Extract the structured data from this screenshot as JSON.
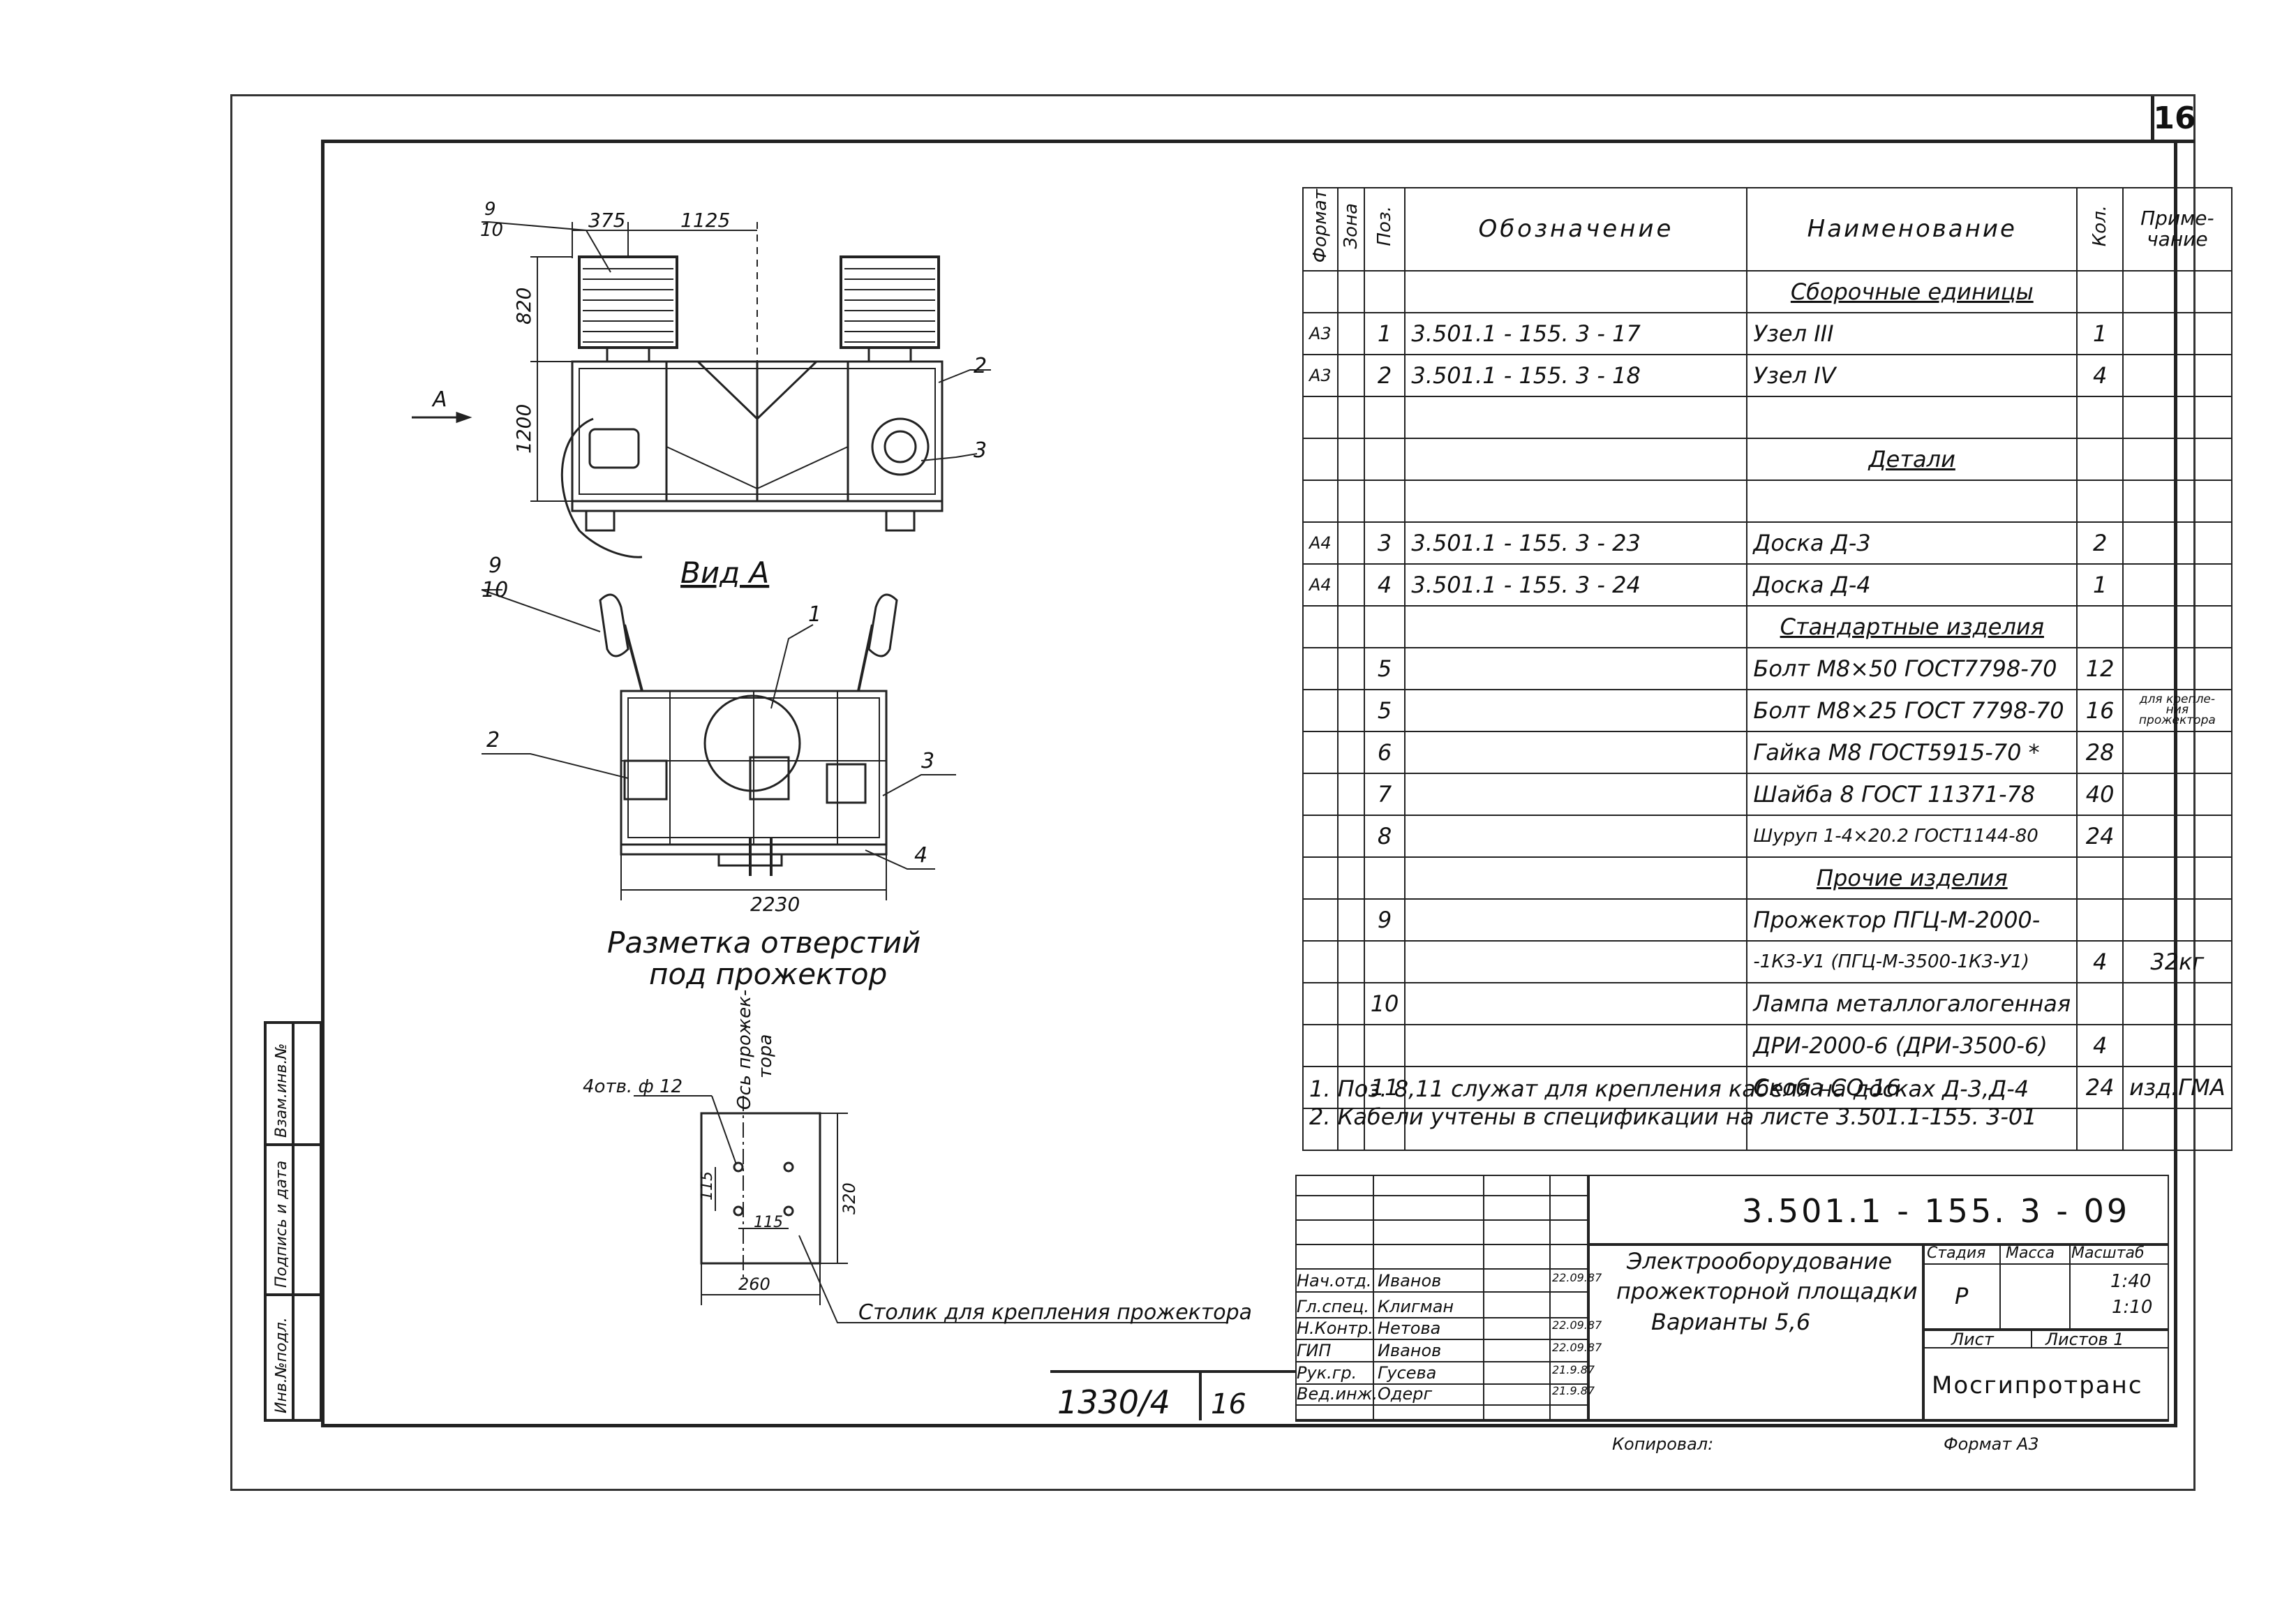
{
  "sheet_number": "16",
  "drawing": {
    "top_view": {
      "dims": {
        "d375": "375",
        "d1125": "1125",
        "d820": "820",
        "d1200": "1200"
      },
      "callouts": {
        "c9_10_top": "9",
        "c9_10_bottom": "10",
        "c2": "2",
        "c3": "3"
      },
      "arrow_label": "А"
    },
    "view_a": {
      "title": "Вид А",
      "callouts": {
        "c9": "9",
        "c10": "10",
        "c1": "1",
        "c2": "2",
        "c3": "3",
        "c4": "4"
      },
      "dim_2230": "2230"
    },
    "marking": {
      "title_line1": "Разметка отверстий",
      "title_line2": "под прожектор",
      "holes_label": "4отв. ф 12",
      "axis_label_1": "Ось прожек-",
      "axis_label_2": "тора",
      "dim_115_v": "115",
      "dim_115_h": "115",
      "dim_320": "320",
      "dim_260": "260",
      "table_label": "Столик для крепления прожектора"
    }
  },
  "spec_table": {
    "headers": {
      "format": "Формат",
      "zone": "Зона",
      "pos": "Поз.",
      "designation": "Обозначение",
      "name": "Наименование",
      "qty": "Кол.",
      "note": "Приме-\nчание"
    },
    "rows": [
      {
        "format": "",
        "pos": "",
        "designation": "",
        "name": "Сборочные единицы",
        "qty": "",
        "note": "",
        "section": true
      },
      {
        "format": "А3",
        "pos": "1",
        "designation": "3.501.1 - 155. 3 - 17",
        "name": "Узел III",
        "qty": "1",
        "note": ""
      },
      {
        "format": "А3",
        "pos": "2",
        "designation": "3.501.1 - 155. 3 - 18",
        "name": "Узел IV",
        "qty": "4",
        "note": ""
      },
      {
        "format": "",
        "pos": "",
        "designation": "",
        "name": "",
        "qty": "",
        "note": ""
      },
      {
        "format": "",
        "pos": "",
        "designation": "",
        "name": "Детали",
        "qty": "",
        "note": "",
        "section": true
      },
      {
        "format": "",
        "pos": "",
        "designation": "",
        "name": "",
        "qty": "",
        "note": ""
      },
      {
        "format": "А4",
        "pos": "3",
        "designation": "3.501.1 - 155. 3 - 23",
        "name": "Доска Д-3",
        "qty": "2",
        "note": ""
      },
      {
        "format": "А4",
        "pos": "4",
        "designation": "3.501.1 - 155. 3 - 24",
        "name": "Доска Д-4",
        "qty": "1",
        "note": ""
      },
      {
        "format": "",
        "pos": "",
        "designation": "",
        "name": "Стандартные изделия",
        "qty": "",
        "note": "",
        "section": true
      },
      {
        "format": "",
        "pos": "5",
        "designation": "",
        "name": "Болт М8×50 ГОСТ7798-70",
        "qty": "12",
        "note": ""
      },
      {
        "format": "",
        "pos": "5",
        "designation": "",
        "name": "Болт М8×25 ГОСТ 7798-70",
        "qty": "16",
        "note": "для крепле-\nния\nпрожектора"
      },
      {
        "format": "",
        "pos": "6",
        "designation": "",
        "name": "Гайка М8 ГОСТ5915-70 *",
        "qty": "28",
        "note": ""
      },
      {
        "format": "",
        "pos": "7",
        "designation": "",
        "name": "Шайба 8 ГОСТ 11371-78",
        "qty": "40",
        "note": ""
      },
      {
        "format": "",
        "pos": "8",
        "designation": "",
        "name": "Шуруп 1-4×20.2 ГОСТ1144-80",
        "qty": "24",
        "note": ""
      },
      {
        "format": "",
        "pos": "",
        "designation": "",
        "name": "Прочие изделия",
        "qty": "",
        "note": "",
        "section": true
      },
      {
        "format": "",
        "pos": "9",
        "designation": "",
        "name": "Прожектор ПГЦ-М-2000-",
        "qty": "",
        "note": ""
      },
      {
        "format": "",
        "pos": "",
        "designation": "",
        "name": "-1К3-У1 (ПГЦ-М-3500-1К3-У1)",
        "qty": "4",
        "note": "32кг"
      },
      {
        "format": "",
        "pos": "10",
        "designation": "",
        "name": "Лампа металлогалогенная",
        "qty": "",
        "note": ""
      },
      {
        "format": "",
        "pos": "",
        "designation": "",
        "name": "ДРИ-2000-6 (ДРИ-3500-6)",
        "qty": "4",
        "note": ""
      },
      {
        "format": "",
        "pos": "11",
        "designation": "",
        "name": "Скоба СО-16",
        "qty": "24",
        "note": "изд.ГМА"
      },
      {
        "format": "",
        "pos": "",
        "designation": "",
        "name": "",
        "qty": "",
        "note": ""
      }
    ]
  },
  "notes": {
    "n1": "1. Поз. 8,11 служат для крепления кабеля на досках Д-3,Д-4",
    "n2": "2. Кабели учтены в спецификации на листе  3.501.1-155. 3-01"
  },
  "title_block": {
    "code": "3.501.1 - 155. 3 - 09",
    "title_l1": "Электрооборудование",
    "title_l2": "прожекторной площадки",
    "title_l3": "Варианты 5,6",
    "stage_hdr": "Стадия",
    "mass_hdr": "Масса",
    "scale_hdr": "Масштаб",
    "stage": "Р",
    "scale1": "1:40",
    "scale2": "1:10",
    "sheet_hdr": "Лист",
    "sheets_hdr": "Листов 1",
    "org": "Мосгипротранс",
    "roles": [
      {
        "role": "Нач.отд.",
        "name": "Иванов",
        "date": "22.09.87"
      },
      {
        "role": "Гл.спец.",
        "name": "Клигман",
        "date": ""
      },
      {
        "role": "Н.Контр.",
        "name": "Нетова",
        "date": "22.09.87"
      },
      {
        "role": "ГИП",
        "name": "Иванов",
        "date": "22.09.87"
      },
      {
        "role": "Рук.гр.",
        "name": "Гусева",
        "date": "21.9.87"
      },
      {
        "role": "Вед.инж.",
        "name": "Одерг",
        "date": "21.9.87"
      }
    ],
    "copied": "Копировал:",
    "format": "Формат А3"
  },
  "side_stamp": {
    "inv_orig": "Инв.№подл.",
    "sign_date": "Подпись и дата",
    "inv_dup": "Взам.инв.№"
  },
  "archive": {
    "number": "1330/4",
    "sheet": "16"
  }
}
